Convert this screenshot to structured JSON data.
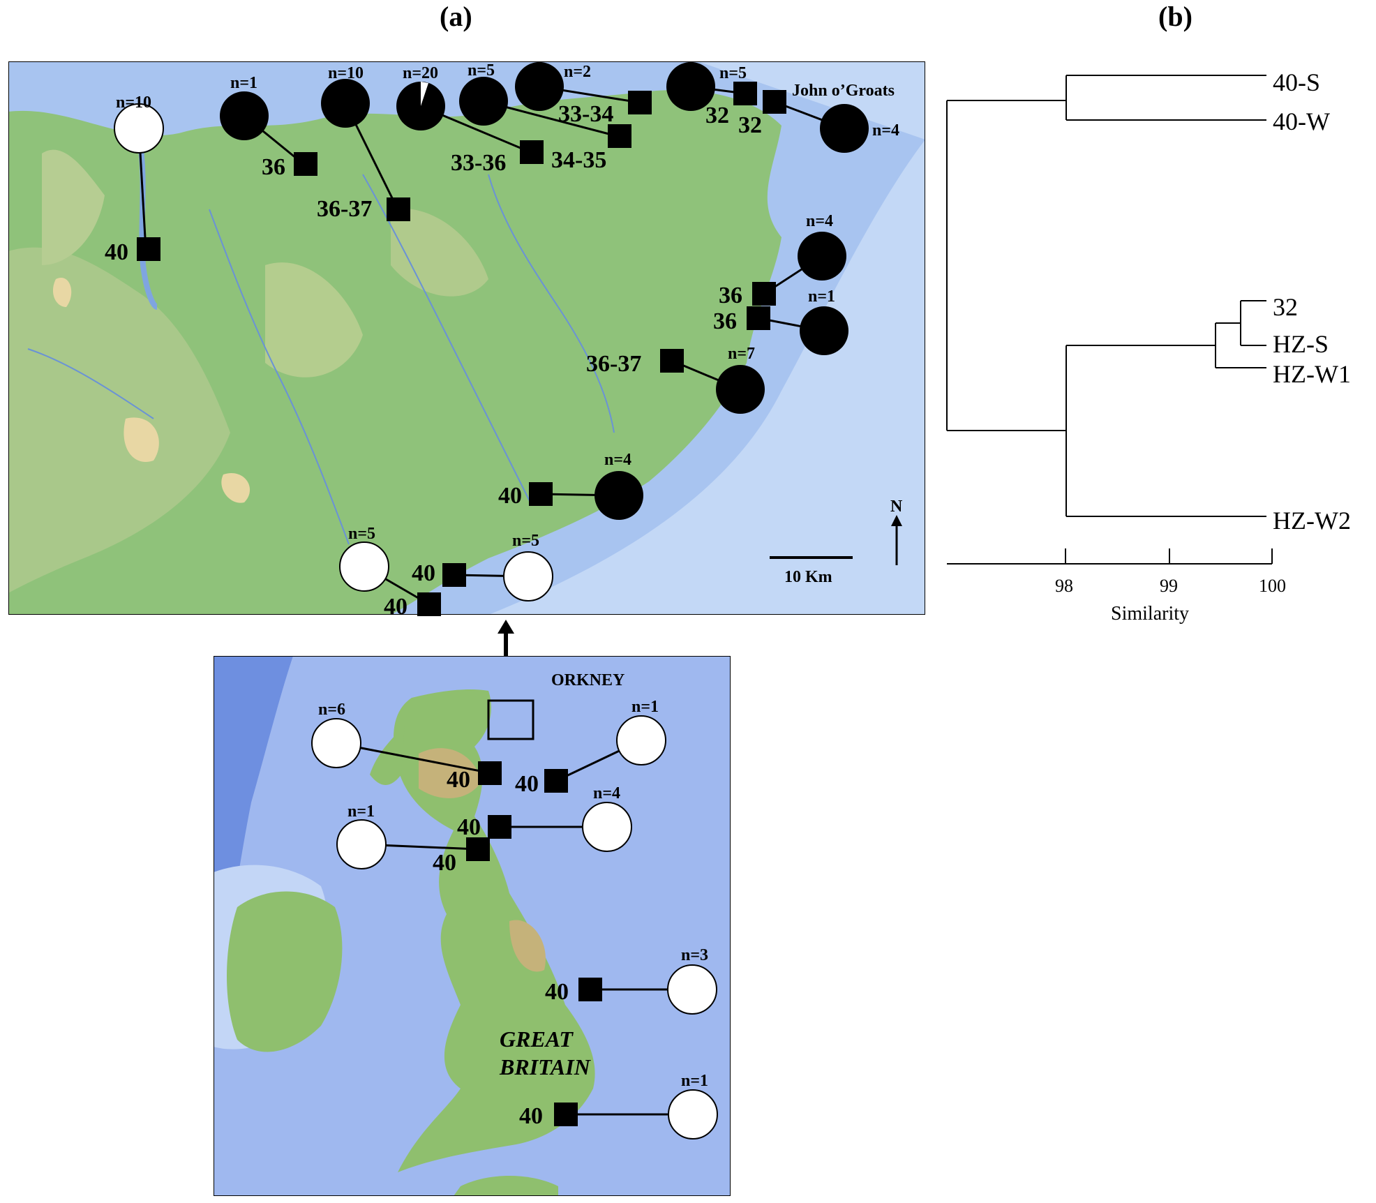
{
  "panels": {
    "a_label": "(a)",
    "b_label": "(b)"
  },
  "map_a": {
    "place_label": "John o’Groats",
    "scale_label": "10 Km",
    "north_label": "N",
    "samples": [
      {
        "count": "n=10",
        "karyotype": "40",
        "fill": "white"
      },
      {
        "count": "n=1",
        "karyotype": "36",
        "fill": "black"
      },
      {
        "count": "n=10",
        "karyotype": "36-37",
        "fill": "black"
      },
      {
        "count": "n=20",
        "karyotype": "33-36",
        "fill": "black"
      },
      {
        "count": "n=5",
        "karyotype": "34-35",
        "fill": "black"
      },
      {
        "count": "n=2",
        "karyotype": "33-34",
        "fill": "black"
      },
      {
        "count": "n=5",
        "karyotype": "32",
        "fill": "black"
      },
      {
        "count": "n=4",
        "karyotype": "32",
        "fill": "black"
      },
      {
        "count": "n=4",
        "karyotype": "36",
        "fill": "black"
      },
      {
        "count": "n=1",
        "karyotype": "36",
        "fill": "black"
      },
      {
        "count": "n=7",
        "karyotype": "36-37",
        "fill": "black"
      },
      {
        "count": "n=4",
        "karyotype": "40",
        "fill": "black"
      },
      {
        "count": "n=5",
        "karyotype": "40",
        "fill": "white"
      },
      {
        "count": "n=5",
        "karyotype": "40",
        "fill": "white"
      }
    ]
  },
  "map_inset": {
    "labels": {
      "orkney": "ORKNEY",
      "gb_line1": "GREAT",
      "gb_line2": "BRITAIN"
    },
    "samples": [
      {
        "count": "n=6",
        "karyotype": "40"
      },
      {
        "count": "n=1",
        "karyotype": "40"
      },
      {
        "count": "n=1",
        "karyotype": "40"
      },
      {
        "count": "n=4",
        "karyotype": "40"
      },
      {
        "count": "n=3",
        "karyotype": "40"
      },
      {
        "count": "n=1",
        "karyotype": "40"
      }
    ]
  },
  "dendrogram": {
    "leaves": [
      "40-S",
      "40-W",
      "32",
      "HZ-S",
      "HZ-W1",
      "HZ-W2"
    ],
    "axis_label": "Similarity",
    "ticks": [
      "98",
      "99",
      "100"
    ]
  }
}
